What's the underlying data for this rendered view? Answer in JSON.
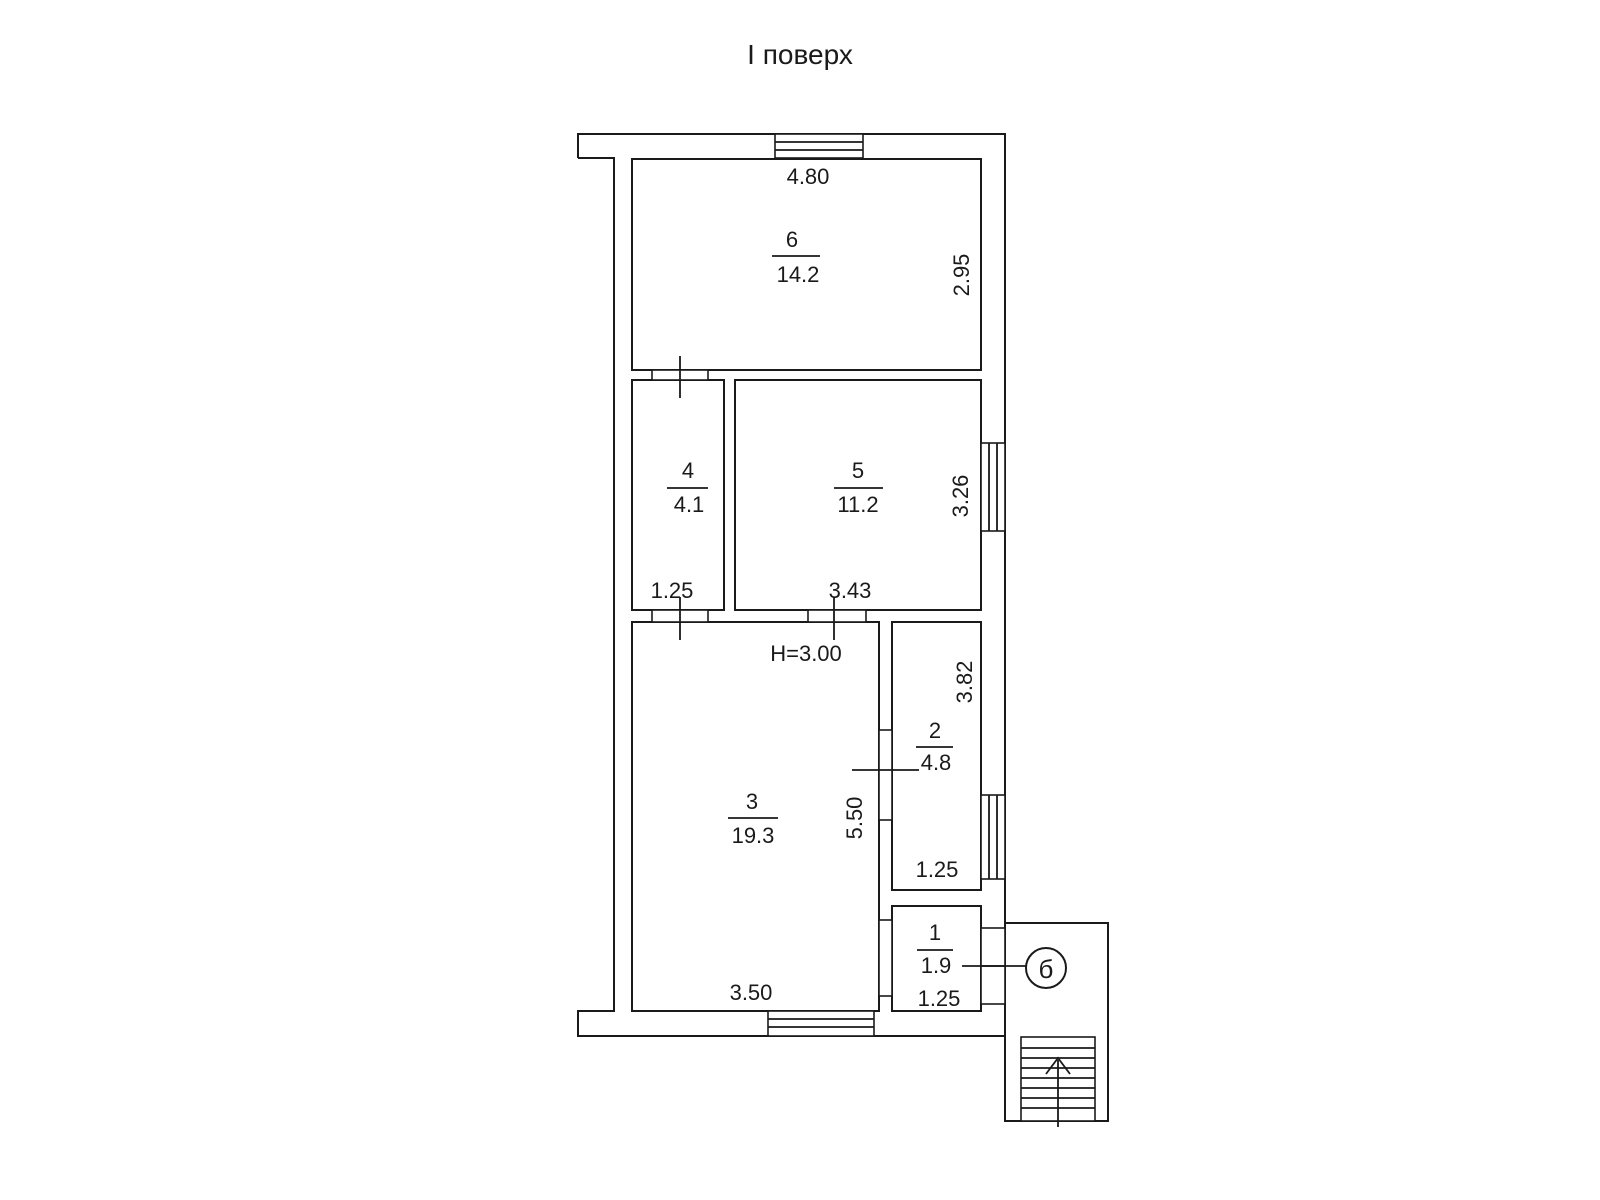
{
  "title": "І поверх",
  "rooms": [
    {
      "number": "1",
      "area": "1.9"
    },
    {
      "number": "2",
      "area": "4.8"
    },
    {
      "number": "3",
      "area": "19.3"
    },
    {
      "number": "4",
      "area": "4.1"
    },
    {
      "number": "5",
      "area": "11.2"
    },
    {
      "number": "6",
      "area": "14.2"
    }
  ],
  "dimensions": {
    "room6_width": "4.80",
    "room6_depth": "2.95",
    "room5_depth": "3.26",
    "room5_width": "3.43",
    "room4_width": "1.25",
    "ceiling_height": "H=3.00",
    "room2_depth": "3.82",
    "room2_width": "1.25",
    "room3_depth": "5.50",
    "room3_width": "3.50",
    "room1_width": "1.25"
  },
  "porch_marker": "б"
}
